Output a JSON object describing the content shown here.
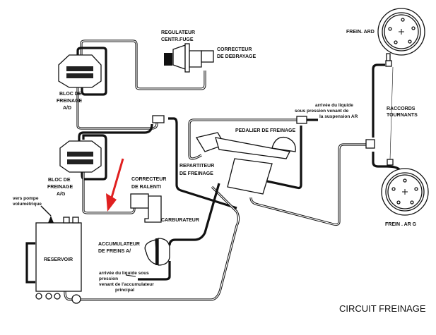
{
  "title": "CIRCUIT FREINAGE",
  "labels": {
    "regulateur": [
      "REGULATEUR",
      "CENTR.FUGE"
    ],
    "correcteur_debrayage": [
      "CORRECTEUR",
      "DE DEBRAYAGE"
    ],
    "bloc_ad": [
      "BLOC DE",
      "FREINAGE",
      "A/D"
    ],
    "bloc_ag": [
      "BLOC DE",
      "FREINAGE",
      "A/G"
    ],
    "frein_ard": "FREIN. ARD",
    "frein_arg": "FREIN . AR G",
    "raccords": [
      "RACCORDS",
      "TOURNANTS"
    ],
    "arrivee_suspension": [
      "arrivée du liquide",
      "sous pression venant de",
      "la suspension AR"
    ],
    "pedalier": "PEDALIER DE FREINAGE",
    "repartiteur": [
      "REPARTITEUR",
      "DE FREINAGE"
    ],
    "correcteur_ralenti": [
      "CORRECTEUR",
      "DE RALENTI"
    ],
    "carburateur": "CARBURATEUR",
    "pompe": [
      "vers pompe",
      "volumétrique"
    ],
    "reservoir": "RESERVOIR",
    "accumulateur": [
      "ACCUMULATEUR",
      "DE FREINS A/"
    ],
    "arrivee_accumulateur": [
      "arrivée du liquide sous",
      "pression",
      "venant de l'accumulateur",
      "principal"
    ]
  },
  "colors": {
    "line": "#111111",
    "arrow": "#e02020"
  }
}
